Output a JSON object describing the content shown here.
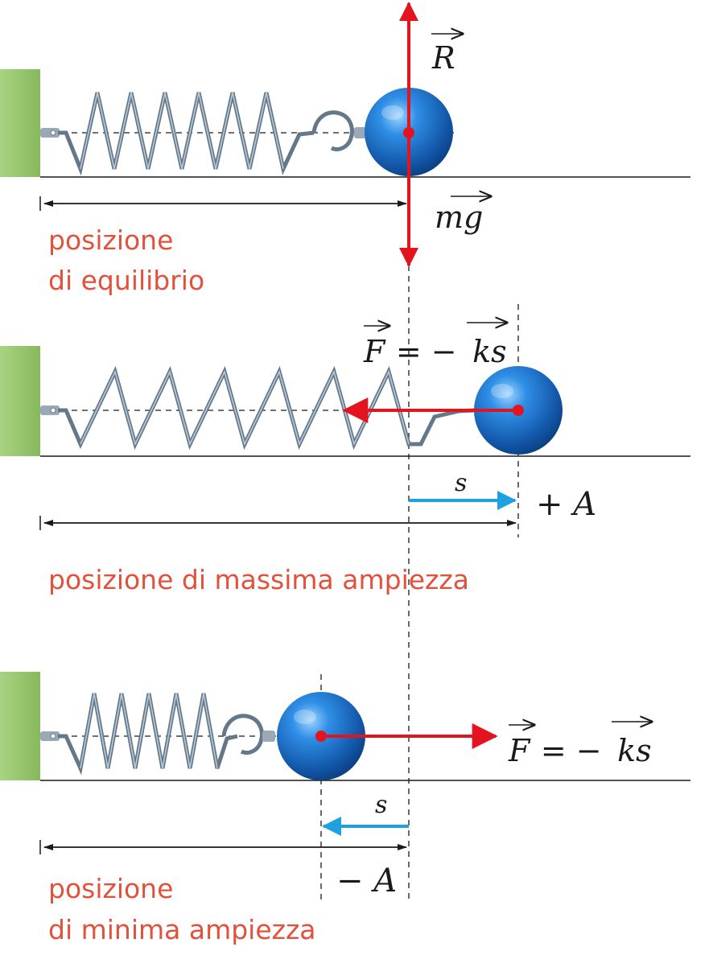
{
  "colors": {
    "wall": "#94c46b",
    "ball": "#1563b5",
    "force_vector": "#e3141e",
    "displacement_vector": "#1da1e0",
    "caption_text": "#e2513b",
    "spring": "#64788a"
  },
  "panels": {
    "equilibrium": {
      "caption_line1": "posizione",
      "caption_line2": "di equilibrio",
      "vector_R": "R",
      "vector_mg": "mg"
    },
    "max": {
      "caption": "posizione di massima ampiezza",
      "force_F": "F",
      "force_eq": "= −",
      "force_ks": "ks",
      "displacement": "s",
      "amplitude_label": "+ A"
    },
    "min": {
      "caption_line1": "posizione",
      "caption_line2": "di minima ampiezza",
      "force_F": "F",
      "force_eq": "= −",
      "force_ks": "ks",
      "displacement": "s",
      "amplitude_label": "− A"
    }
  }
}
